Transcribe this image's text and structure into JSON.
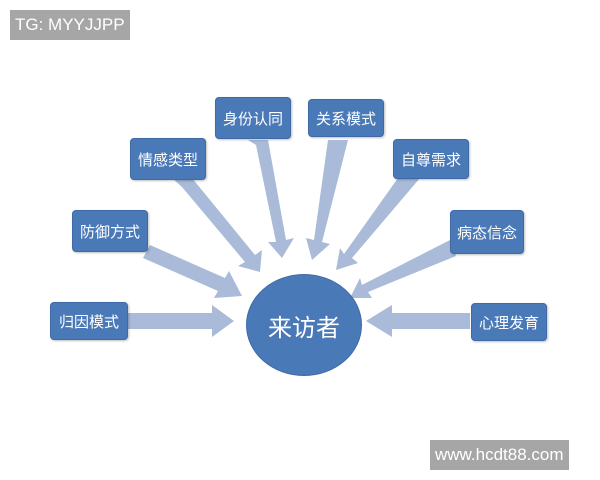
{
  "watermarks": {
    "top_left": "TG: MYYJJPP",
    "bottom_right": "www.hcdt88.com"
  },
  "diagram": {
    "center": "来访者",
    "nodes": [
      {
        "id": "attribution",
        "label": "归因模式"
      },
      {
        "id": "defense",
        "label": "防御方式"
      },
      {
        "id": "emotion",
        "label": "情感类型"
      },
      {
        "id": "identity",
        "label": "身份认同"
      },
      {
        "id": "relationship",
        "label": "关系模式"
      },
      {
        "id": "self_esteem",
        "label": "自尊需求"
      },
      {
        "id": "pathological_belief",
        "label": "病态信念"
      },
      {
        "id": "psych_development",
        "label": "心理发育"
      }
    ],
    "colors": {
      "node_fill": "#4a79b8",
      "arrow_fill": "#a9bbd8",
      "text": "#ffffff"
    }
  }
}
